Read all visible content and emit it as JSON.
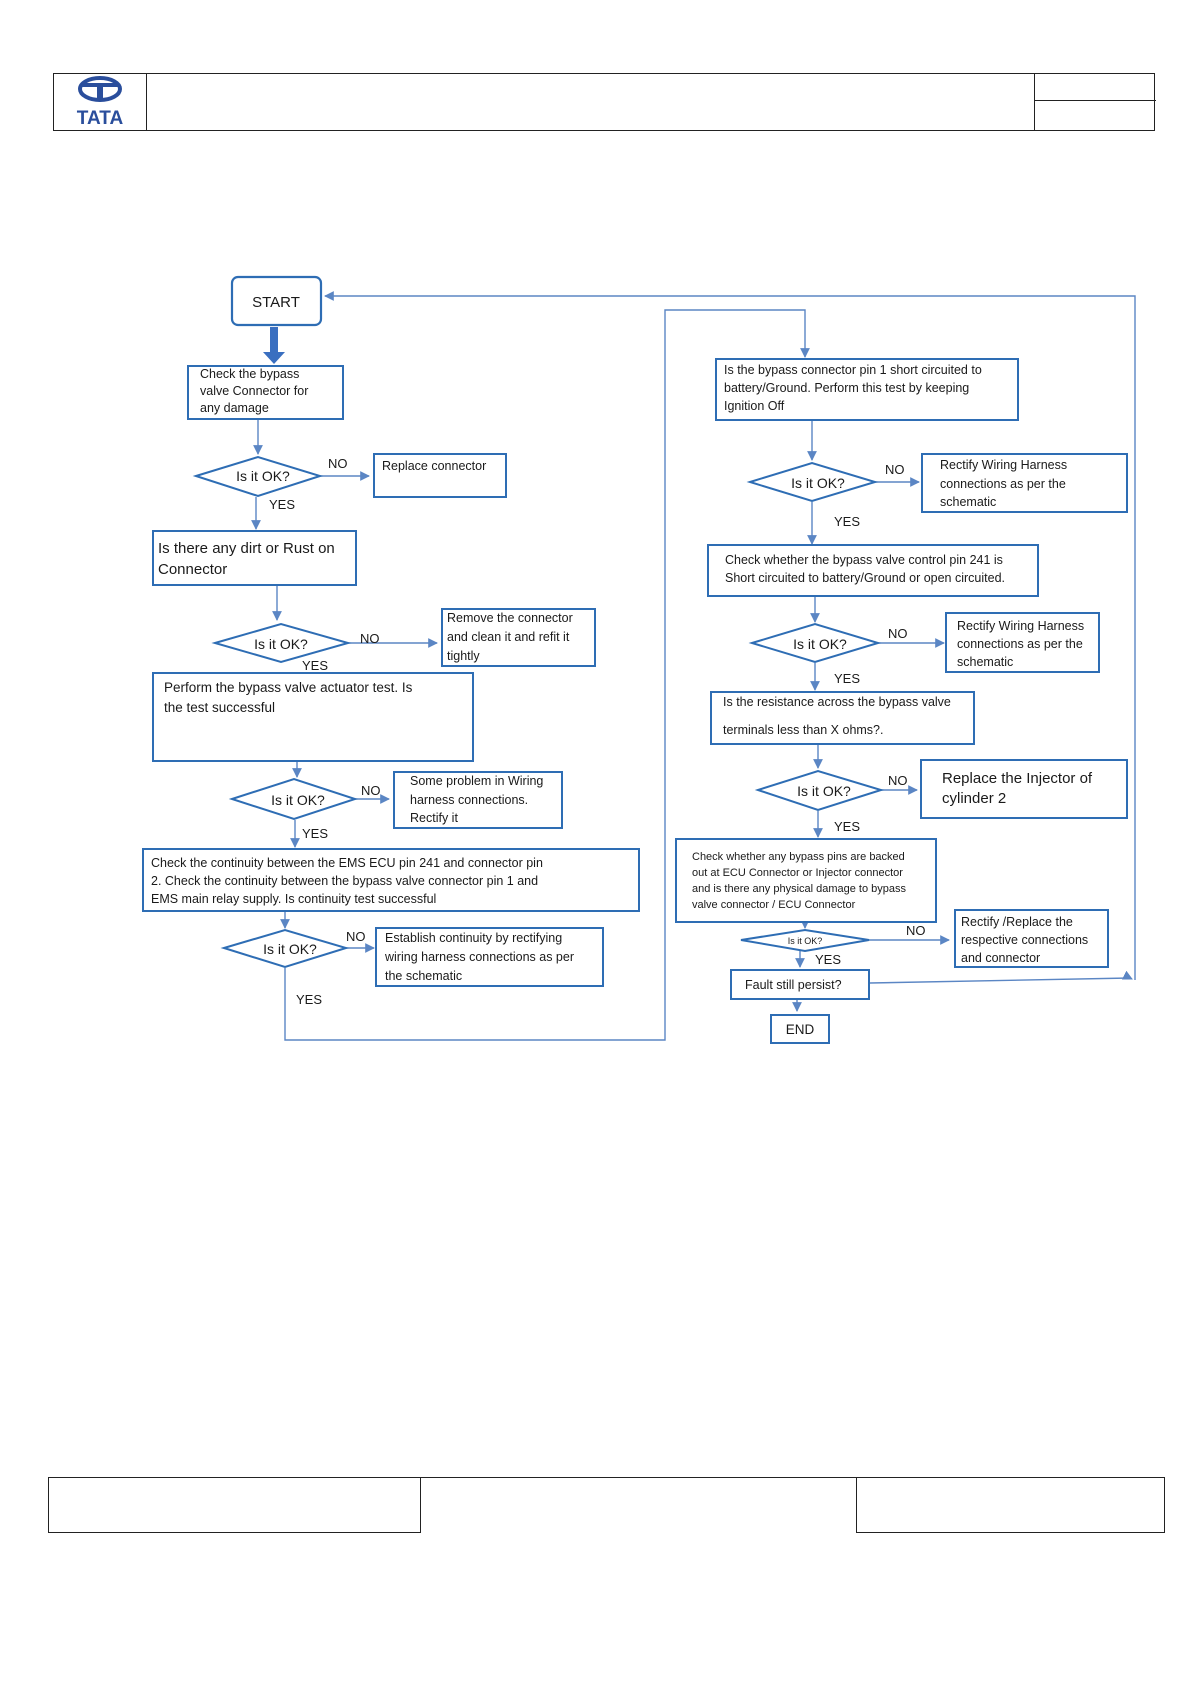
{
  "header": {
    "logo_text": "TATA",
    "title": "",
    "right_top": "",
    "right_bottom": ""
  },
  "flowchart": {
    "start": "START",
    "end": "END",
    "decision_label": "Is it OK?",
    "yes": "YES",
    "no": "NO",
    "left_steps": [
      "Check the bypass valve Connector for any damage",
      "Is there any dirt or Rust on Connector",
      "Perform the bypass valve actuator test. Is the test successful",
      "Check the continuity between the EMS ECU pin 241 and connector pin 2. Check the continuity between the bypass valve connector pin 1 and EMS main relay supply. Is continuity test successful"
    ],
    "left_remedies": [
      "Replace connector",
      "Remove the connector and clean it and refit it tightly",
      "Some problem in Wiring harness connections. Rectify it",
      "Establish continuity by rectifying wiring harness connections as per the schematic"
    ],
    "right_steps": [
      "Is the bypass connector pin 1 short circuited to battery/Ground. Perform this test by keeping Ignition Off",
      "Check whether the bypass valve control pin 241 is Short circuited to battery/Ground or open circuited.",
      "Is the resistance across the bypass valve terminals less than X ohms?.",
      "Check whether any bypass pins are backed out at ECU Connector or Injector connector and is there any physical damage to bypass valve connector / ECU Connector"
    ],
    "right_remedies": [
      "Rectify Wiring Harness connections as per the schematic",
      "Rectify Wiring Harness connections as per the schematic",
      "Replace the Injector of cylinder 2",
      "Rectify /Replace the respective connections and connector"
    ],
    "fault_question": "Fault still persist?"
  },
  "colors": {
    "box_border": "#2e6db4",
    "line": "#5b86c4",
    "start_arrow": "#3a6fc0",
    "logo_blue": "#2a4e9c"
  },
  "icons": {
    "logo": "tata-logo-icon"
  }
}
